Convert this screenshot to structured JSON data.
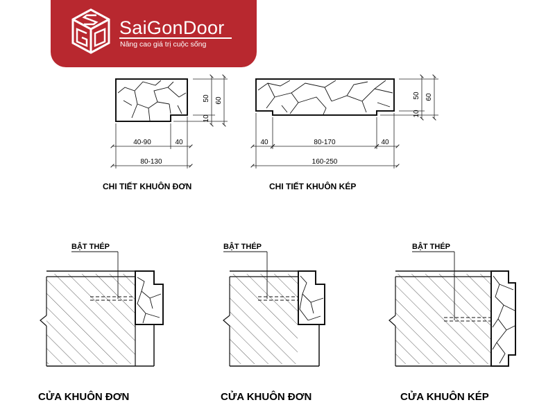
{
  "brand": {
    "name": "SaiGonDoor",
    "slogan": "Nâng cao giá trị cuộc sống",
    "logo_letters": "SGD",
    "accent_color": "#b8282f"
  },
  "profiles": {
    "single": {
      "caption": "CHI TIẾT KHUÔN ĐƠN",
      "dim_width_main": "40-90",
      "dim_width_rebate": "40",
      "dim_total": "80-130",
      "dim_height_upper": "50",
      "dim_height_lower": "10",
      "dim_height_total": "60"
    },
    "double": {
      "caption": "CHI TIẾT KHUÔN KÉP",
      "dim_left_rebate": "40",
      "dim_middle": "80-170",
      "dim_right_rebate": "40",
      "dim_total": "160-250",
      "dim_height_upper": "50",
      "dim_height_lower": "10",
      "dim_height_total": "60"
    }
  },
  "sections": [
    {
      "caption": "CỬA KHUÔN ĐƠN",
      "tag": "BẬT THÉP"
    },
    {
      "caption": "CỬA KHUÔN ĐƠN",
      "tag": "BẬT THÉP"
    },
    {
      "caption": "CỬA KHUÔN KÉP",
      "tag": "BẬT THÉP"
    }
  ],
  "colors": {
    "line": "#1a1a1a",
    "background": "#ffffff"
  }
}
